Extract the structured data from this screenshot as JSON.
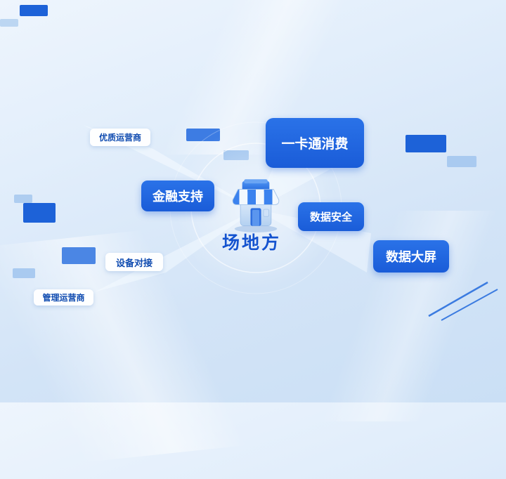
{
  "center": {
    "label": "场地方",
    "icon": "storefront-icon"
  },
  "nodes": [
    {
      "label": "优质运营商",
      "style": "light"
    },
    {
      "label": "一卡通消费",
      "style": "primary"
    },
    {
      "label": "金融支持",
      "style": "primary"
    },
    {
      "label": "数据安全",
      "style": "primary"
    },
    {
      "label": "数据大屏",
      "style": "primary"
    },
    {
      "label": "设备对接",
      "style": "light"
    },
    {
      "label": "管理运营商",
      "style": "light"
    }
  ],
  "colors": {
    "primary_box": "#1a5cd8",
    "light_box_text": "#0f4bb0",
    "center_text": "#1453cf",
    "background_top": "#eef5fd",
    "background_bottom": "#cadff5",
    "deco_dark": "#1d62d8",
    "deco_medium": "#4b86e4",
    "deco_light": "#a9caf0"
  }
}
